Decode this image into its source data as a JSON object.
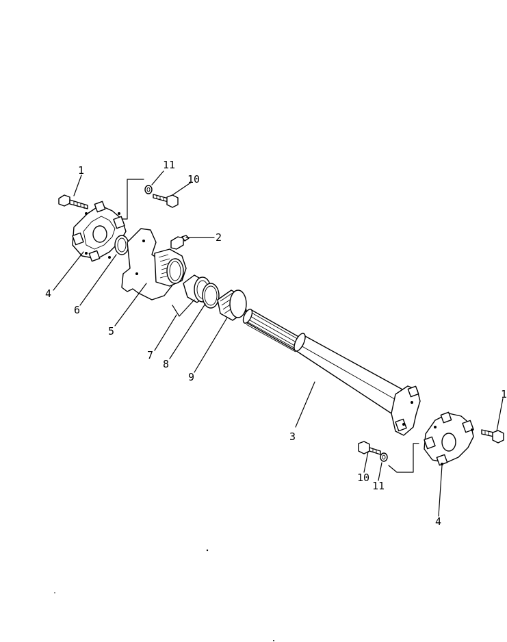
{
  "callouts": {
    "c1_left": "1",
    "c1_right": "1",
    "c2": "2",
    "c3": "3",
    "c4_left": "4",
    "c4_right": "4",
    "c5": "5",
    "c6": "6",
    "c7": "7",
    "c8": "8",
    "c9": "9",
    "c10_top": "10",
    "c10_bottom": "10",
    "c11_top": "11",
    "c11_bottom": "11"
  }
}
